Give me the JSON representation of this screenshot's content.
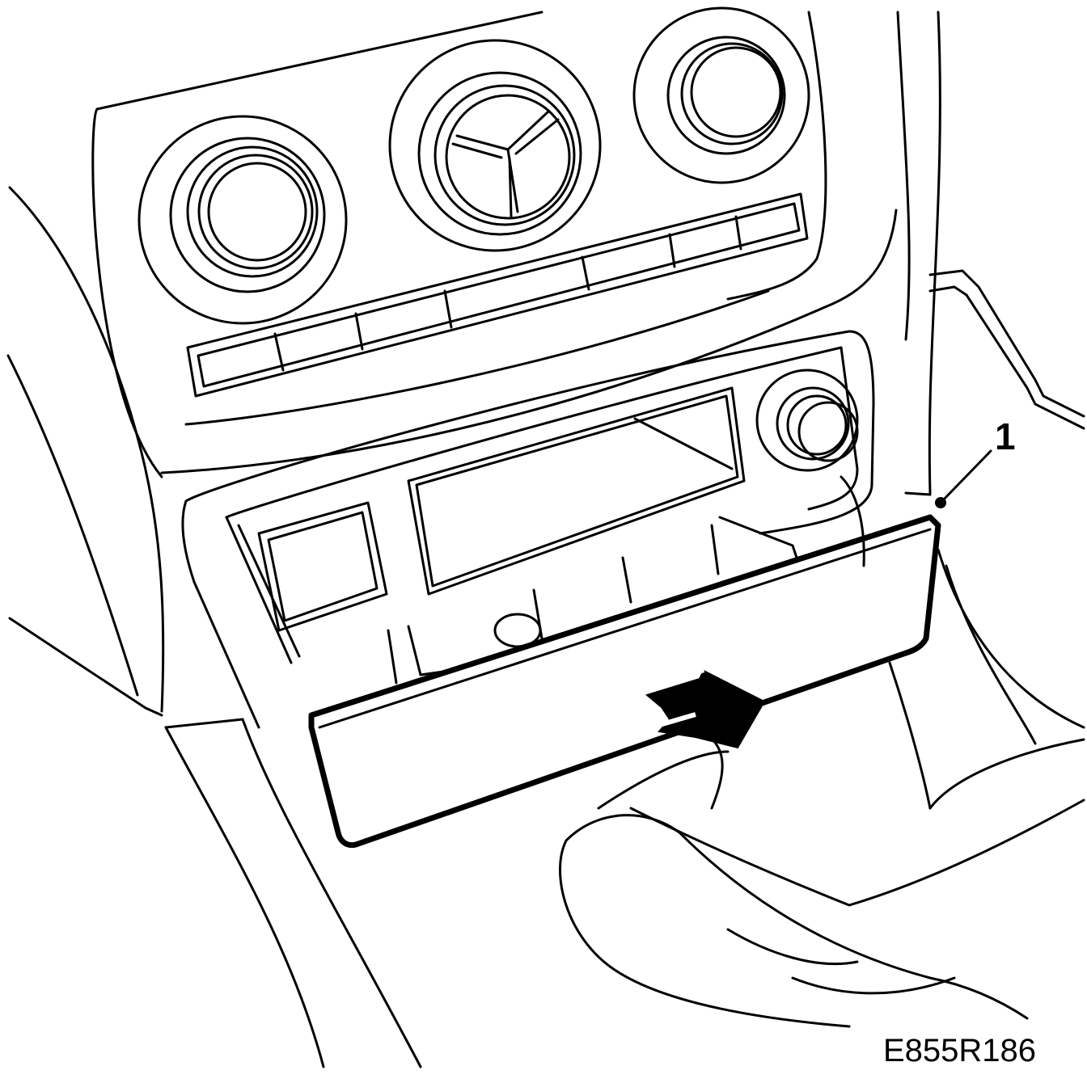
{
  "figure": {
    "callouts": [
      {
        "label": "1",
        "target": "storage-compartment-lid"
      }
    ],
    "figure_id": "E855R186",
    "direction_arrow_icon": "arrow-down-right-icon"
  }
}
